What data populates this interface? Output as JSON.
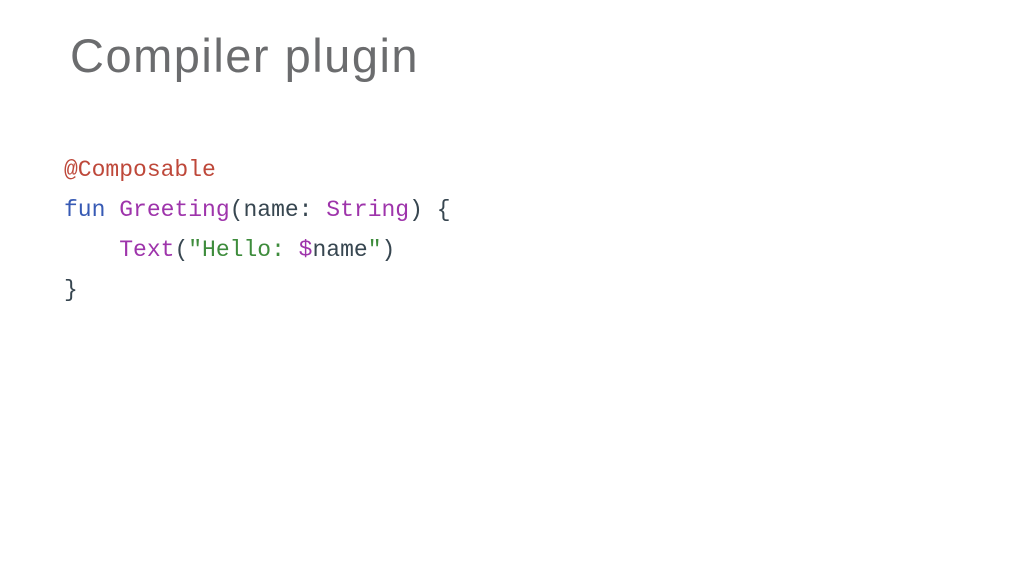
{
  "slide": {
    "title": "Compiler plugin",
    "title_color": "#6b6c6e",
    "background": "#ffffff"
  },
  "code": {
    "language": "kotlin",
    "palette": {
      "plain": "#374650",
      "annotation": "#be483a",
      "keyword": "#375ab4",
      "function": "#9e34ab",
      "string": "#3e8c3c"
    },
    "lines": [
      [
        {
          "t": "@Composable",
          "c": "annotation"
        }
      ],
      [
        {
          "t": "fun",
          "c": "keyword"
        },
        {
          "t": " ",
          "c": "plain"
        },
        {
          "t": "Greeting",
          "c": "function"
        },
        {
          "t": "(name: ",
          "c": "plain"
        },
        {
          "t": "String",
          "c": "function"
        },
        {
          "t": ") {",
          "c": "plain"
        }
      ],
      [
        {
          "t": "    ",
          "c": "plain"
        },
        {
          "t": "Text",
          "c": "function"
        },
        {
          "t": "(",
          "c": "plain"
        },
        {
          "t": "\"Hello: ",
          "c": "string"
        },
        {
          "t": "$",
          "c": "function"
        },
        {
          "t": "name",
          "c": "plain"
        },
        {
          "t": "\"",
          "c": "string"
        },
        {
          "t": ")",
          "c": "plain"
        }
      ],
      [
        {
          "t": "}",
          "c": "plain"
        }
      ]
    ]
  }
}
